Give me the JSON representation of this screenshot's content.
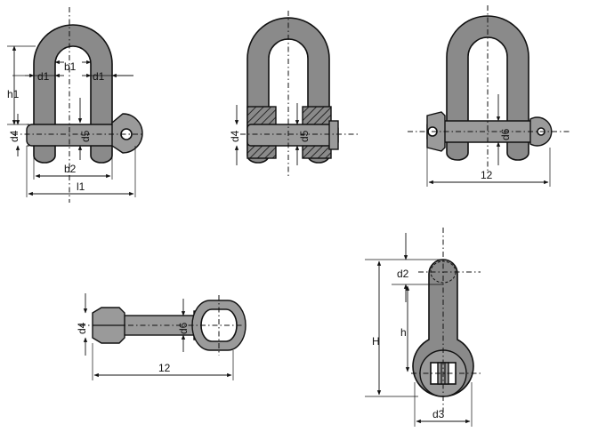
{
  "labels": {
    "view1": {
      "d1_left": "d1",
      "b1": "b1",
      "d1_right": "d1",
      "h1": "h1",
      "d4": "d4",
      "d5": "d5",
      "b2": "b2",
      "l1": "l1"
    },
    "view2": {
      "d4": "d4",
      "d5": "d5"
    },
    "view3": {
      "d6": "d6",
      "l2": "12"
    },
    "view4": {
      "d4": "d4",
      "d6": "d6",
      "l2": "12"
    },
    "view5": {
      "d2": "d2",
      "h": "h",
      "H": "H",
      "d3": "d3"
    }
  }
}
